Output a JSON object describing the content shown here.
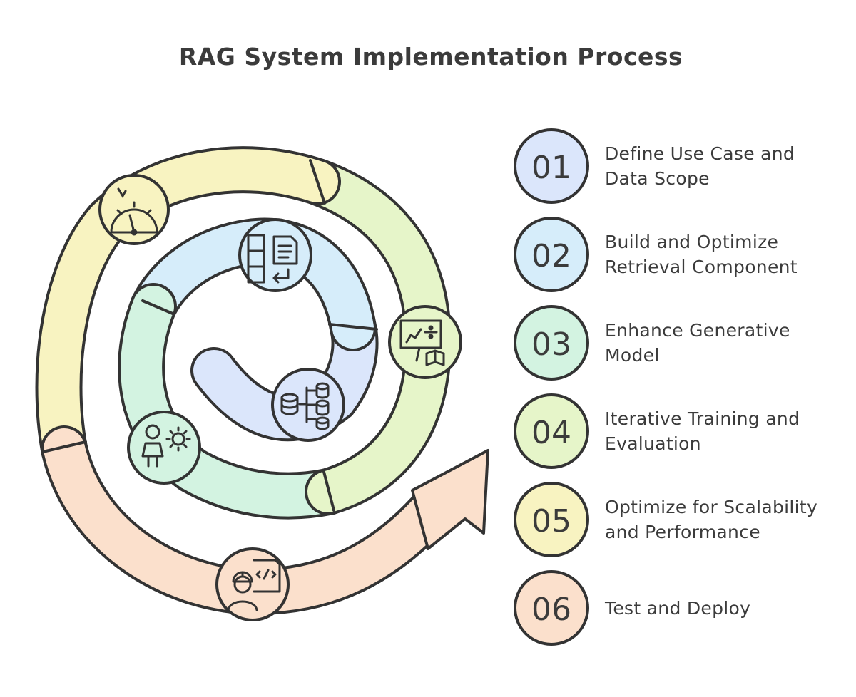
{
  "title": "RAG System Implementation Process",
  "colors": {
    "outline": "#333333",
    "step1": "#dbe6fb",
    "step2": "#d6edfa",
    "step3": "#d3f3e1",
    "step4": "#e6f5c9",
    "step5": "#f8f3c1",
    "step6": "#fbe0cc"
  },
  "steps": [
    {
      "number": "01",
      "label": "Define Use Case and Data Scope",
      "color": "#dbe6fb",
      "icon": "database-icon"
    },
    {
      "number": "02",
      "label": "Build and Optimize Retrieval Component",
      "color": "#d6edfa",
      "icon": "document-retrieval-icon"
    },
    {
      "number": "03",
      "label": "Enhance Generative Model",
      "color": "#d3f3e1",
      "icon": "person-gear-icon"
    },
    {
      "number": "04",
      "label": "Iterative Training and Evaluation",
      "color": "#e6f5c9",
      "icon": "training-board-icon"
    },
    {
      "number": "05",
      "label": "Optimize for Scalability and Performance",
      "color": "#f8f3c1",
      "icon": "gauge-icon"
    },
    {
      "number": "06",
      "label": "Test and Deploy",
      "color": "#fbe0cc",
      "icon": "developer-icon"
    }
  ]
}
